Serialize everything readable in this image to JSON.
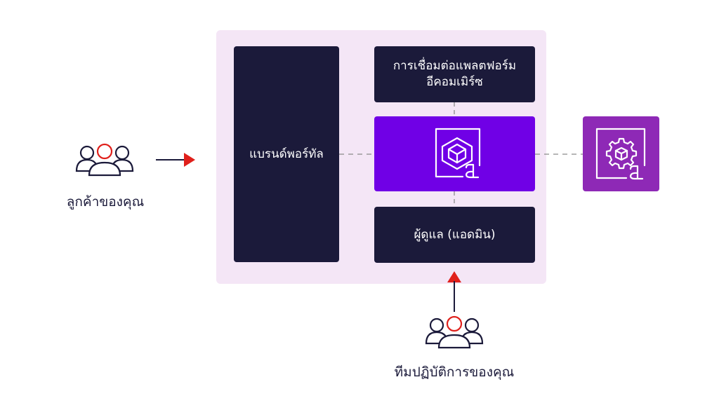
{
  "customers": {
    "label": "ลูกค้าของคุณ",
    "icon": "users-group-icon"
  },
  "operations_team": {
    "label": "ทีมปฏิบัติการของคุณ",
    "icon": "users-group-icon"
  },
  "brand_portal": {
    "label": "แบรนด์พอร์ทัล"
  },
  "ecommerce_connection": {
    "line1": "การเชื่อมต่อแพลตฟอร์ม",
    "line2": "อีคอมเมิร์ซ"
  },
  "admin": {
    "label": "ผู้ดูแล (แอดมิน)"
  },
  "center_service": {
    "icon": "cube-service-icon"
  },
  "external_service": {
    "icon": "gear-service-icon"
  },
  "colors": {
    "panel_bg": "#f4e6f6",
    "dark_box": "#1b1a3a",
    "center_purple": "#7000e6",
    "right_purple": "#8e29b6",
    "arrow_red": "#e0201b",
    "connector_gray": "#8a8a8a"
  }
}
